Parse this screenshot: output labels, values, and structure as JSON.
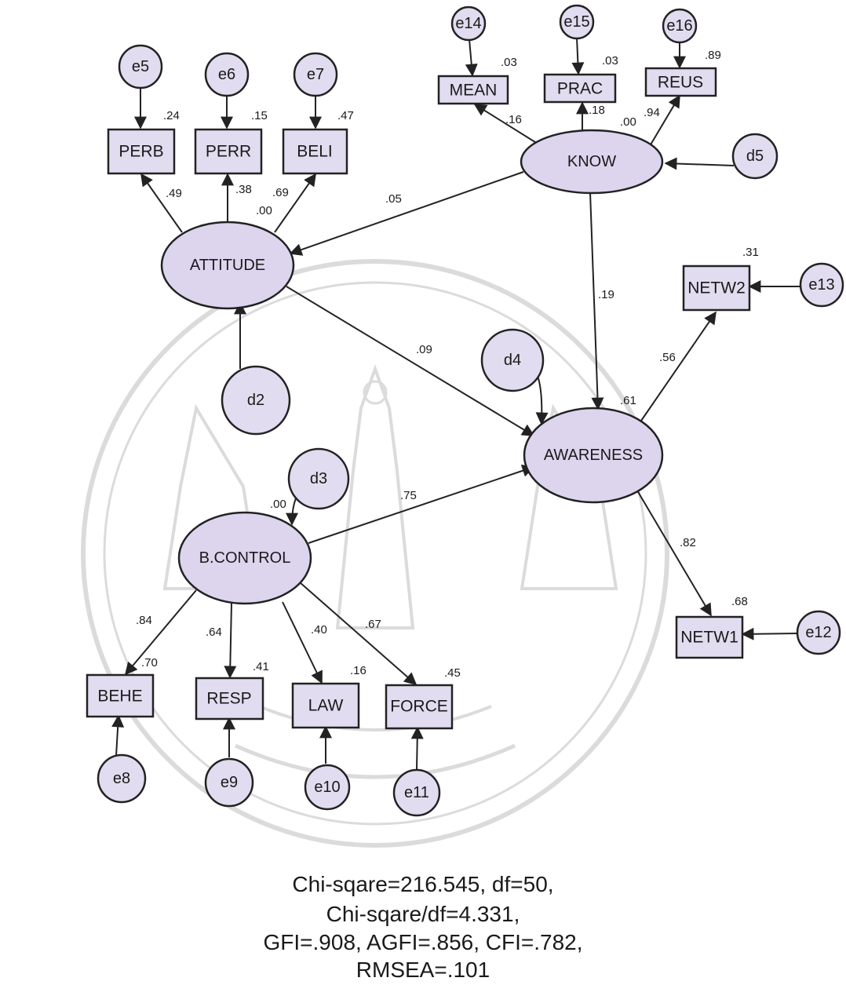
{
  "colors": {
    "node_fill": "#e2dcf0",
    "latent_fill": "#ded6ee",
    "stroke": "#222222",
    "watermark": "#c9c9c9"
  },
  "nodes": {
    "e5": "e5",
    "e6": "e6",
    "e7": "e7",
    "e14": "e14",
    "e15": "e15",
    "e16": "e16",
    "perb": "PERB",
    "perr": "PERR",
    "beli": "BELI",
    "mean": "MEAN",
    "prac": "PRAC",
    "reus": "REUS",
    "know": "KNOW",
    "d5": "d5",
    "attitude": "ATTITUDE",
    "d2": "d2",
    "netw2": "NETW2",
    "e13": "e13",
    "d4": "d4",
    "awareness": "AWARENESS",
    "d3": "d3",
    "bcontrol": "B.CONTROL",
    "netw1": "NETW1",
    "e12": "e12",
    "behe": "BEHE",
    "resp": "RESP",
    "law": "LAW",
    "force": "FORCE",
    "e8": "e8",
    "e9": "e9",
    "e10": "e10",
    "e11": "e11"
  },
  "coefficients": {
    "r2_perb": ".24",
    "r2_perr": ".15",
    "r2_beli": ".47",
    "load_perb": ".49",
    "load_perr": ".38",
    "load_beli": ".69",
    "att_var": ".00",
    "r2_mean": ".03",
    "r2_prac": ".03",
    "r2_reus": ".89",
    "load_mean": ".16",
    "load_prac": ".18",
    "know_var": ".00",
    "load_reus": ".94",
    "know_att": ".05",
    "know_aware": ".19",
    "att_aware": ".09",
    "r2_netw2": ".31",
    "load_netw2": ".56",
    "r2_aware": ".61",
    "bc_var": ".00",
    "bc_aware": ".75",
    "load_netw1": ".82",
    "r2_netw1": ".68",
    "load_behe": ".84",
    "r2_behe": ".70",
    "load_resp": ".64",
    "r2_resp": ".41",
    "load_law": ".40",
    "r2_law": ".16",
    "load_force": ".67",
    "r2_force": ".45"
  },
  "fit_stats": {
    "line1": "Chi-sqare=216.545, df=50,",
    "line2": "Chi-sqare/df=4.331,",
    "line3": "GFI=.908, AGFI=.856, CFI=.782,",
    "line4": "RMSEA=.101"
  }
}
